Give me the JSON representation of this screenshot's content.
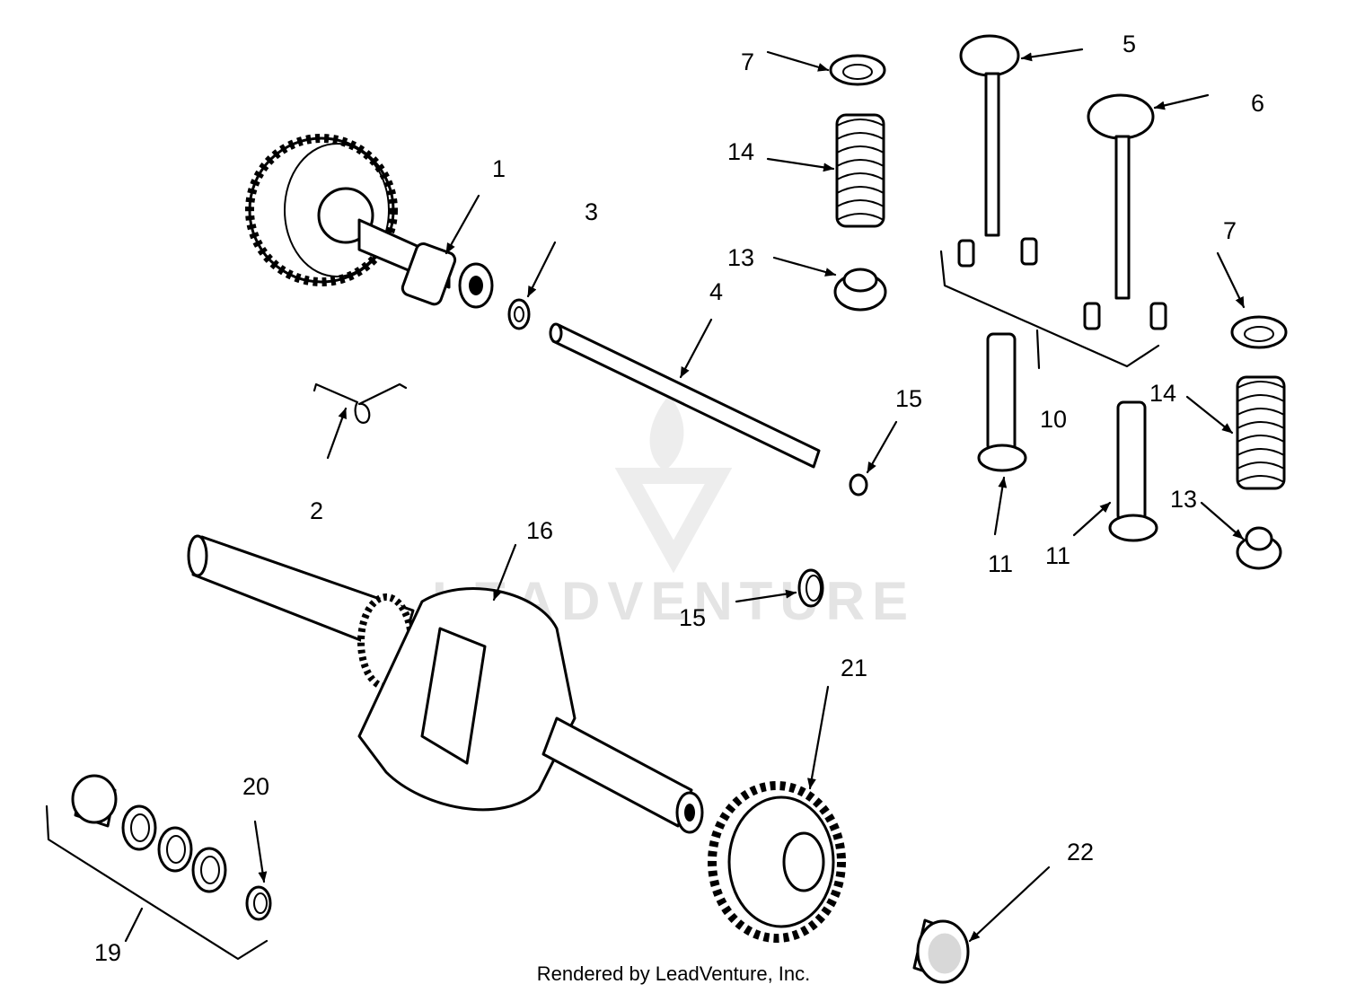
{
  "diagram": {
    "labels": {
      "l1": "1",
      "l2": "2",
      "l3": "3",
      "l4": "4",
      "l5": "5",
      "l6": "6",
      "l7a": "7",
      "l7b": "7",
      "l10": "10",
      "l11a": "11",
      "l11b": "11",
      "l13a": "13",
      "l13b": "13",
      "l14a": "14",
      "l14b": "14",
      "l15a": "15",
      "l15b": "15",
      "l16": "16",
      "l19": "19",
      "l20": "20",
      "l21": "21",
      "l22": "22"
    },
    "watermark": "LEADVENTURE",
    "caption": "Rendered by LeadVenture, Inc."
  }
}
